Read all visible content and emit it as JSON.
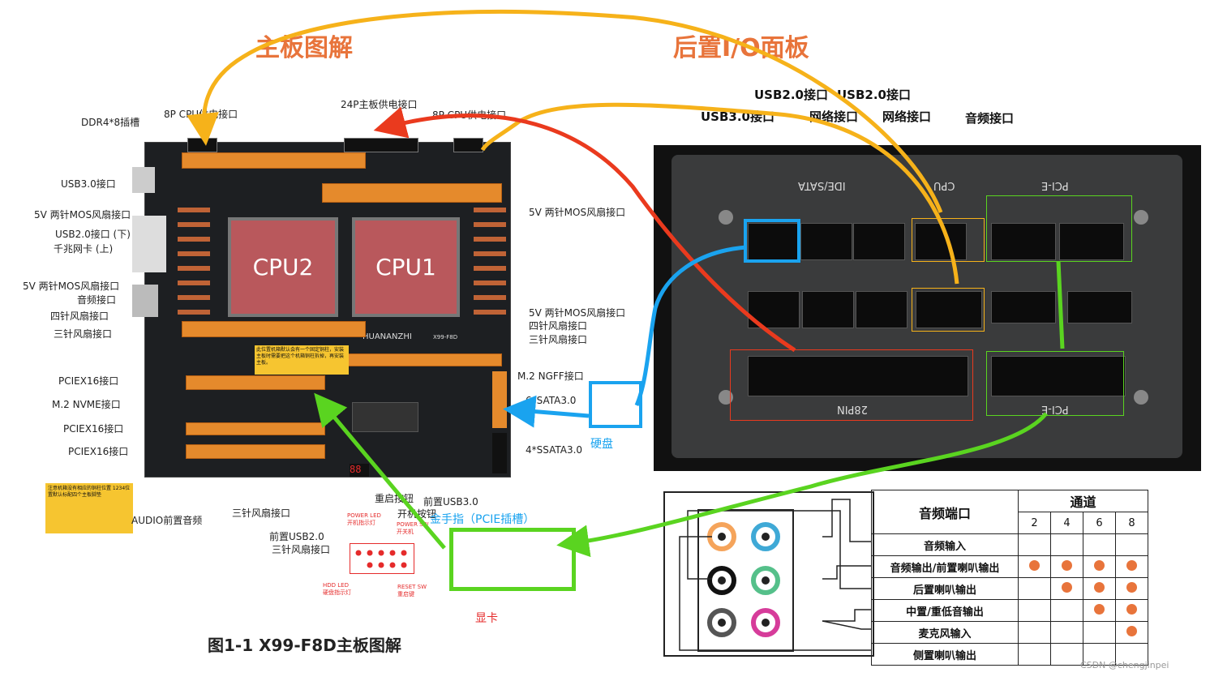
{
  "titles": {
    "board_diagram": "主板图解",
    "rear_io": "后置I/O面板",
    "caption": "图1-1    X99-F8D主板图解"
  },
  "board": {
    "cpu2": "CPU2",
    "cpu1": "CPU1",
    "brand": "HUANANZHI",
    "model": "X99-F8D",
    "notice": "此位置机箱默认会有一个固定铜柱，安装主板时需要把这个机箱铜柱拆掉，再安装主板。",
    "standoff_note": "注意机箱没有相应的铜柱位置 1234位置默认标配四个主板脚垫"
  },
  "left_labels": [
    "DDR4*8插槽",
    "USB3.0接口",
    "5V 两针MOS风扇接口",
    "USB2.0接口 (下)",
    "千兆网卡 (上)",
    "5V 两针MOS风扇接口",
    "音频接口",
    "四针风扇接口",
    "三针风扇接口",
    "PCIEX16接口",
    "M.2 NVME接口",
    "PCIEX16接口",
    "PCIEX16接口",
    "AUDIO前置音频"
  ],
  "top_labels": [
    "8P CPU供电接口",
    "24P主板供电接口",
    "8P CPU供电接口"
  ],
  "right_labels": [
    "5V 两针MOS风扇接口",
    "5V 两针MOS风扇接口",
    "四针风扇接口",
    "三针风扇接口",
    "M.2 NGFF接口",
    "6*SATA3.0",
    "4*SSATA3.0"
  ],
  "bottom_labels": [
    "三针风扇接口",
    "前置USB2.0",
    "三针风扇接口",
    "重启按钮",
    "开机按钮",
    "前置USB3.0"
  ],
  "front_panel": {
    "power_led": "POWER LED",
    "power_led_cn": "开机指示灯",
    "power_sw": "POWER SW",
    "power_sw_cn": "开关机",
    "hdd_led": "HDD LED",
    "hdd_led_cn": "硬盘指示灯",
    "reset_sw": "RESET SW",
    "reset_sw_cn": "重启键"
  },
  "io_labels": [
    "USB2.0接口",
    "USB2.0接口",
    "USB3.0接口",
    "网络接口",
    "网络接口",
    "音频接口"
  ],
  "psu": {
    "ide_sata": "IDE/SATA",
    "cpu": "CPU",
    "pcie_top": "PCI-E",
    "pin28": "28PIN",
    "pcie_bottom": "PCI-E"
  },
  "annotations": {
    "hdd": "硬盘",
    "gold_finger": "金手指（PCIE插槽）",
    "gpu": "显卡"
  },
  "audio_table": {
    "col_port": "音频端口",
    "col_channel": "通道",
    "channels": [
      "2",
      "4",
      "6",
      "8"
    ],
    "rows": [
      {
        "name": "音频输入",
        "dots": [
          false,
          false,
          false,
          false
        ]
      },
      {
        "name": "音频输出/前置喇叭输出",
        "dots": [
          true,
          true,
          true,
          true
        ]
      },
      {
        "name": "后置喇叭输出",
        "dots": [
          false,
          true,
          true,
          true
        ]
      },
      {
        "name": "中置/重低音输出",
        "dots": [
          false,
          false,
          true,
          true
        ]
      },
      {
        "name": "麦克风输入",
        "dots": [
          false,
          false,
          false,
          true
        ]
      },
      {
        "name": "侧置喇叭输出",
        "dots": [
          false,
          false,
          false,
          false
        ]
      }
    ]
  },
  "watermark": "CSDN @chengjinpei",
  "colors": {
    "title_orange": "#e8743b",
    "arrow_yellow": "#f6b21a",
    "arrow_red": "#ea3a1e",
    "arrow_blue": "#1aa3ef",
    "arrow_green": "#5ad420",
    "jack_orange": "#f5a45b",
    "jack_blue": "#3fa9d6",
    "jack_black": "#111111",
    "jack_green": "#55c08a",
    "jack_gray": "#555555",
    "jack_pink": "#d63c9a"
  }
}
